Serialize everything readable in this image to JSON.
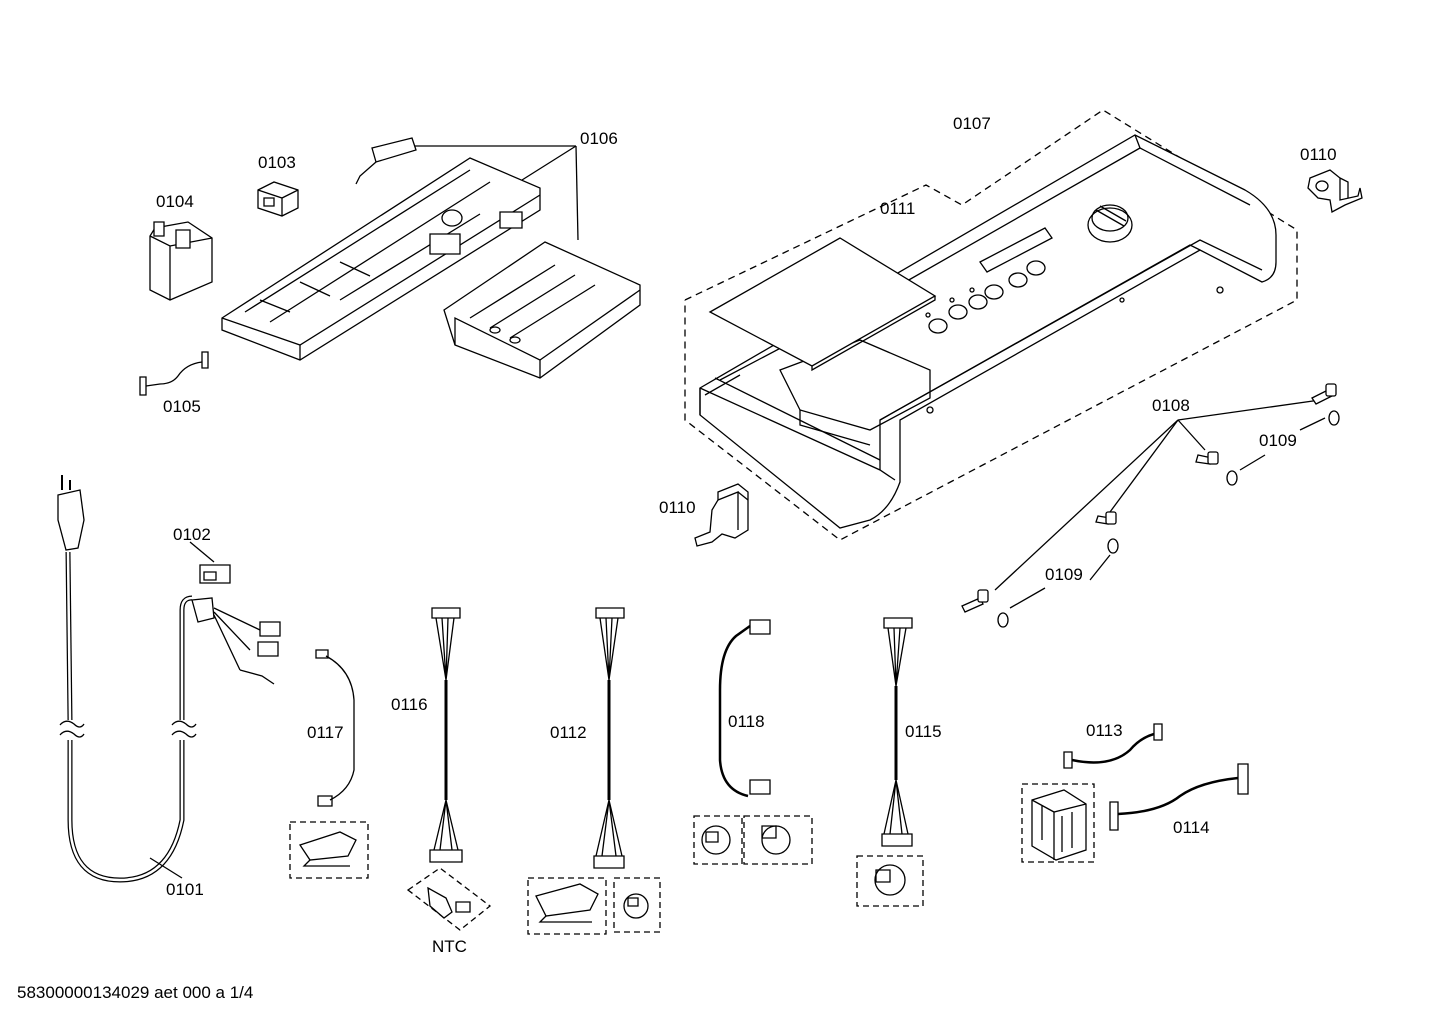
{
  "labels": {
    "p0101": "0101",
    "p0102": "0102",
    "p0103": "0103",
    "p0104": "0104",
    "p0105": "0105",
    "p0106": "0106",
    "p0107": "0107",
    "p0108": "0108",
    "p0109a": "0109",
    "p0109b": "0109",
    "p0110a": "0110",
    "p0110b": "0110",
    "p0111": "0111",
    "p0112": "0112",
    "p0113": "0113",
    "p0114": "0114",
    "p0115": "0115",
    "p0116": "0116",
    "p0117": "0117",
    "p0118": "0118",
    "ntc": "NTC"
  },
  "footer": "58300000134029 aet 000 a 1/4"
}
